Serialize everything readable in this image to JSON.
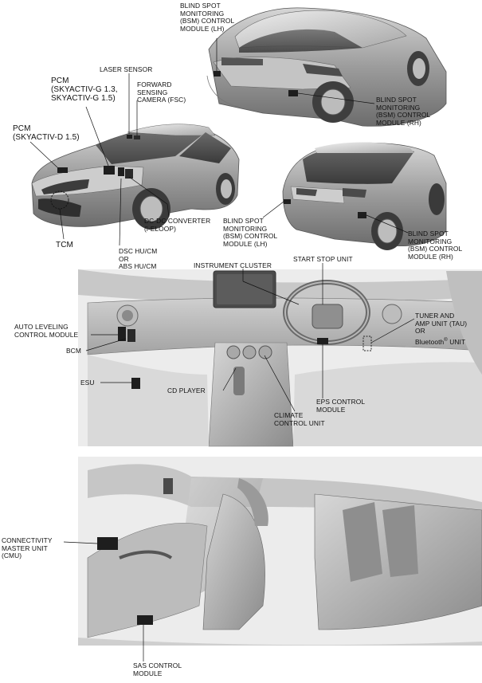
{
  "labels": {
    "bsm_top_lh": "BLIND SPOT\nMONITORING\n(BSM) CONTROL\nMODULE (LH)",
    "laser_sensor": "LASER SENSOR",
    "forward_camera": "FORWARD\nSENSING\nCAMERA (FSC)",
    "pcm_g": "PCM\n(SKYACTIV-G 1.3,\nSKYACTIV-G 1.5)",
    "pcm_d": "PCM\n(SKYACTIV-D 1.5)",
    "bsm_top_rh": "BLIND SPOT\nMONITORING\n(BSM) CONTROL\nMODULE (RH)",
    "dcdc": "DC-DC CONVERTER\n(i-ELOOP)",
    "tcm": "TCM",
    "dsc": "DSC HU/CM\nOR\nABS HU/CM",
    "bsm_mid_lh": "BLIND SPOT\nMONITORING\n(BSM) CONTROL\nMODULE (LH)",
    "bsm_mid_rh": "BLIND SPOT\nMONITORING\n(BSM) CONTROL\nMODULE (RH)",
    "instrument_cluster": "INSTRUMENT CLUSTER",
    "start_stop": "START STOP UNIT",
    "auto_leveling": "AUTO LEVELING\nCONTROL MODULE",
    "tuner": "TUNER AND\nAMP UNIT (TAU)\nOR",
    "bluetooth": "Bluetooth",
    "bluetooth_mark": "®",
    "bluetooth_unit": "UNIT",
    "bcm": "BCM",
    "esu": "ESU",
    "cd_player": "CD PLAYER",
    "eps": "EPS CONTROL\nMODULE",
    "climate": "CLIMATE\nCONTROL UNIT",
    "cmu": "CONNECTIVITY\nMASTER UNIT\n(CMU)",
    "sas": "SAS CONTROL\nMODULE"
  }
}
